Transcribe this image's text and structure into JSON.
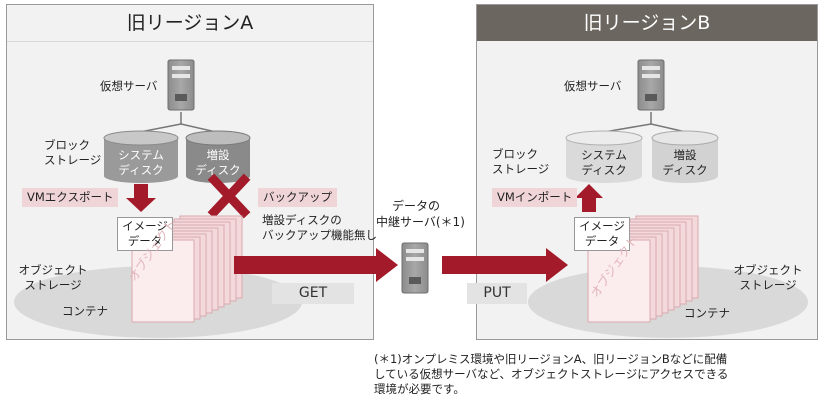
{
  "region_a": {
    "title": "旧リージョンA",
    "server_label": "仮想サーバ",
    "block_storage_label": [
      "ブロック",
      "ストレージ"
    ],
    "system_disk_label": [
      "システム",
      "ディスク"
    ],
    "extra_disk_label": [
      "増設",
      "ディスク"
    ],
    "vm_export_label": "VMエクスポート",
    "backup_label": "バックアップ",
    "backup_note": [
      "増設ディスクの",
      "バックアップ機能無し"
    ],
    "image_data_label": [
      "イメージ",
      "データ"
    ],
    "object_storage_label": [
      "オブジェクト",
      "ストレージ"
    ],
    "container_label": "コンテナ",
    "object_watermark": "オブジェクト"
  },
  "relay": {
    "label": [
      "データの",
      "中継サーバ(＊1)"
    ],
    "get_label": "GET",
    "put_label": "PUT"
  },
  "region_b": {
    "title": "旧リージョンB",
    "server_label": "仮想サーバ",
    "block_storage_label": [
      "ブロック",
      "ストレージ"
    ],
    "system_disk_label": [
      "システム",
      "ディスク"
    ],
    "extra_disk_label": [
      "増設",
      "ディスク"
    ],
    "vm_import_label": "VMインポート",
    "image_data_label": [
      "イメージ",
      "データ"
    ],
    "object_storage_label": [
      "オブジェクト",
      "ストレージ"
    ],
    "container_label": "コンテナ",
    "object_watermark": "オブジェクト"
  },
  "footnote": [
    "(＊1)オンプレミス環境や旧リージョンA、旧リージョンBなどに配備",
    "している仮想サーバなど、オブジェクトストレージにアクセスできる",
    "環境が必要です。"
  ],
  "colors": {
    "arrow_red": "#a31b2a",
    "cross_red": "#a31b2a",
    "region_b_header": "#6b6760",
    "highlight_pink": "#f0d5d8"
  },
  "icons": [
    "server-icon",
    "disk-icon",
    "arrow-icon",
    "cross-icon",
    "stack-icon"
  ]
}
